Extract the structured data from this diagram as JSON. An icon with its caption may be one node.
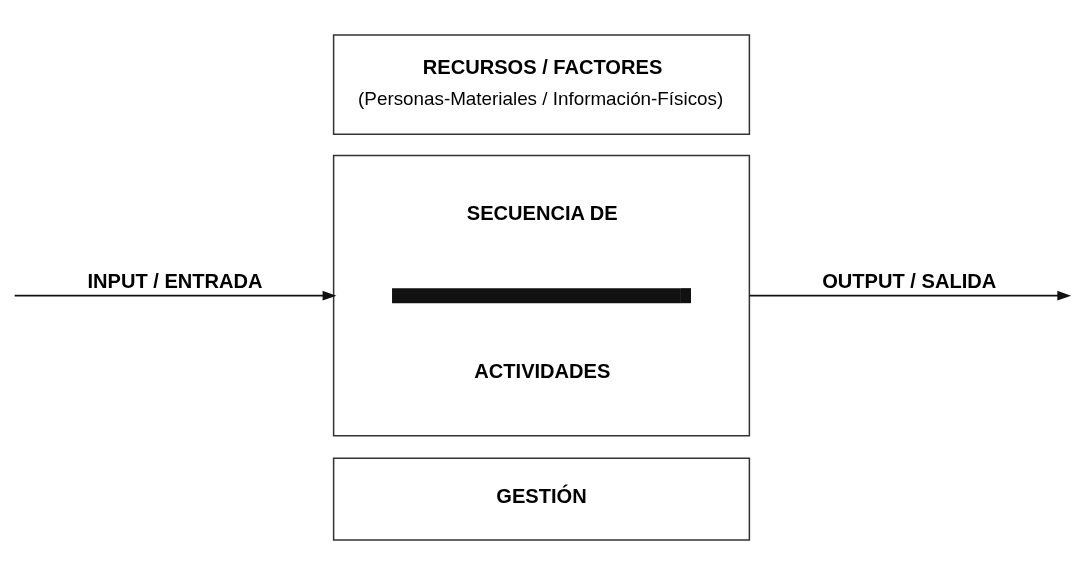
{
  "diagram": {
    "nodes": [
      {
        "text": [
          "RECURSOS / FACTORES",
          "(Personas-Materiales / Información-Físicos)"
        ]
      },
      {
        "text": [
          "SECUENCIA DE",
          "ACTIVIDADES"
        ]
      },
      {
        "text": [
          "GESTIÓN"
        ]
      }
    ],
    "edges": [
      {
        "from": null,
        "to": 1,
        "arrow": "to",
        "label": "INPUT / ENTRADA"
      },
      {
        "from": 1,
        "to": null,
        "arrow": "to",
        "label": "OUTPUT / SALIDA"
      }
    ]
  }
}
